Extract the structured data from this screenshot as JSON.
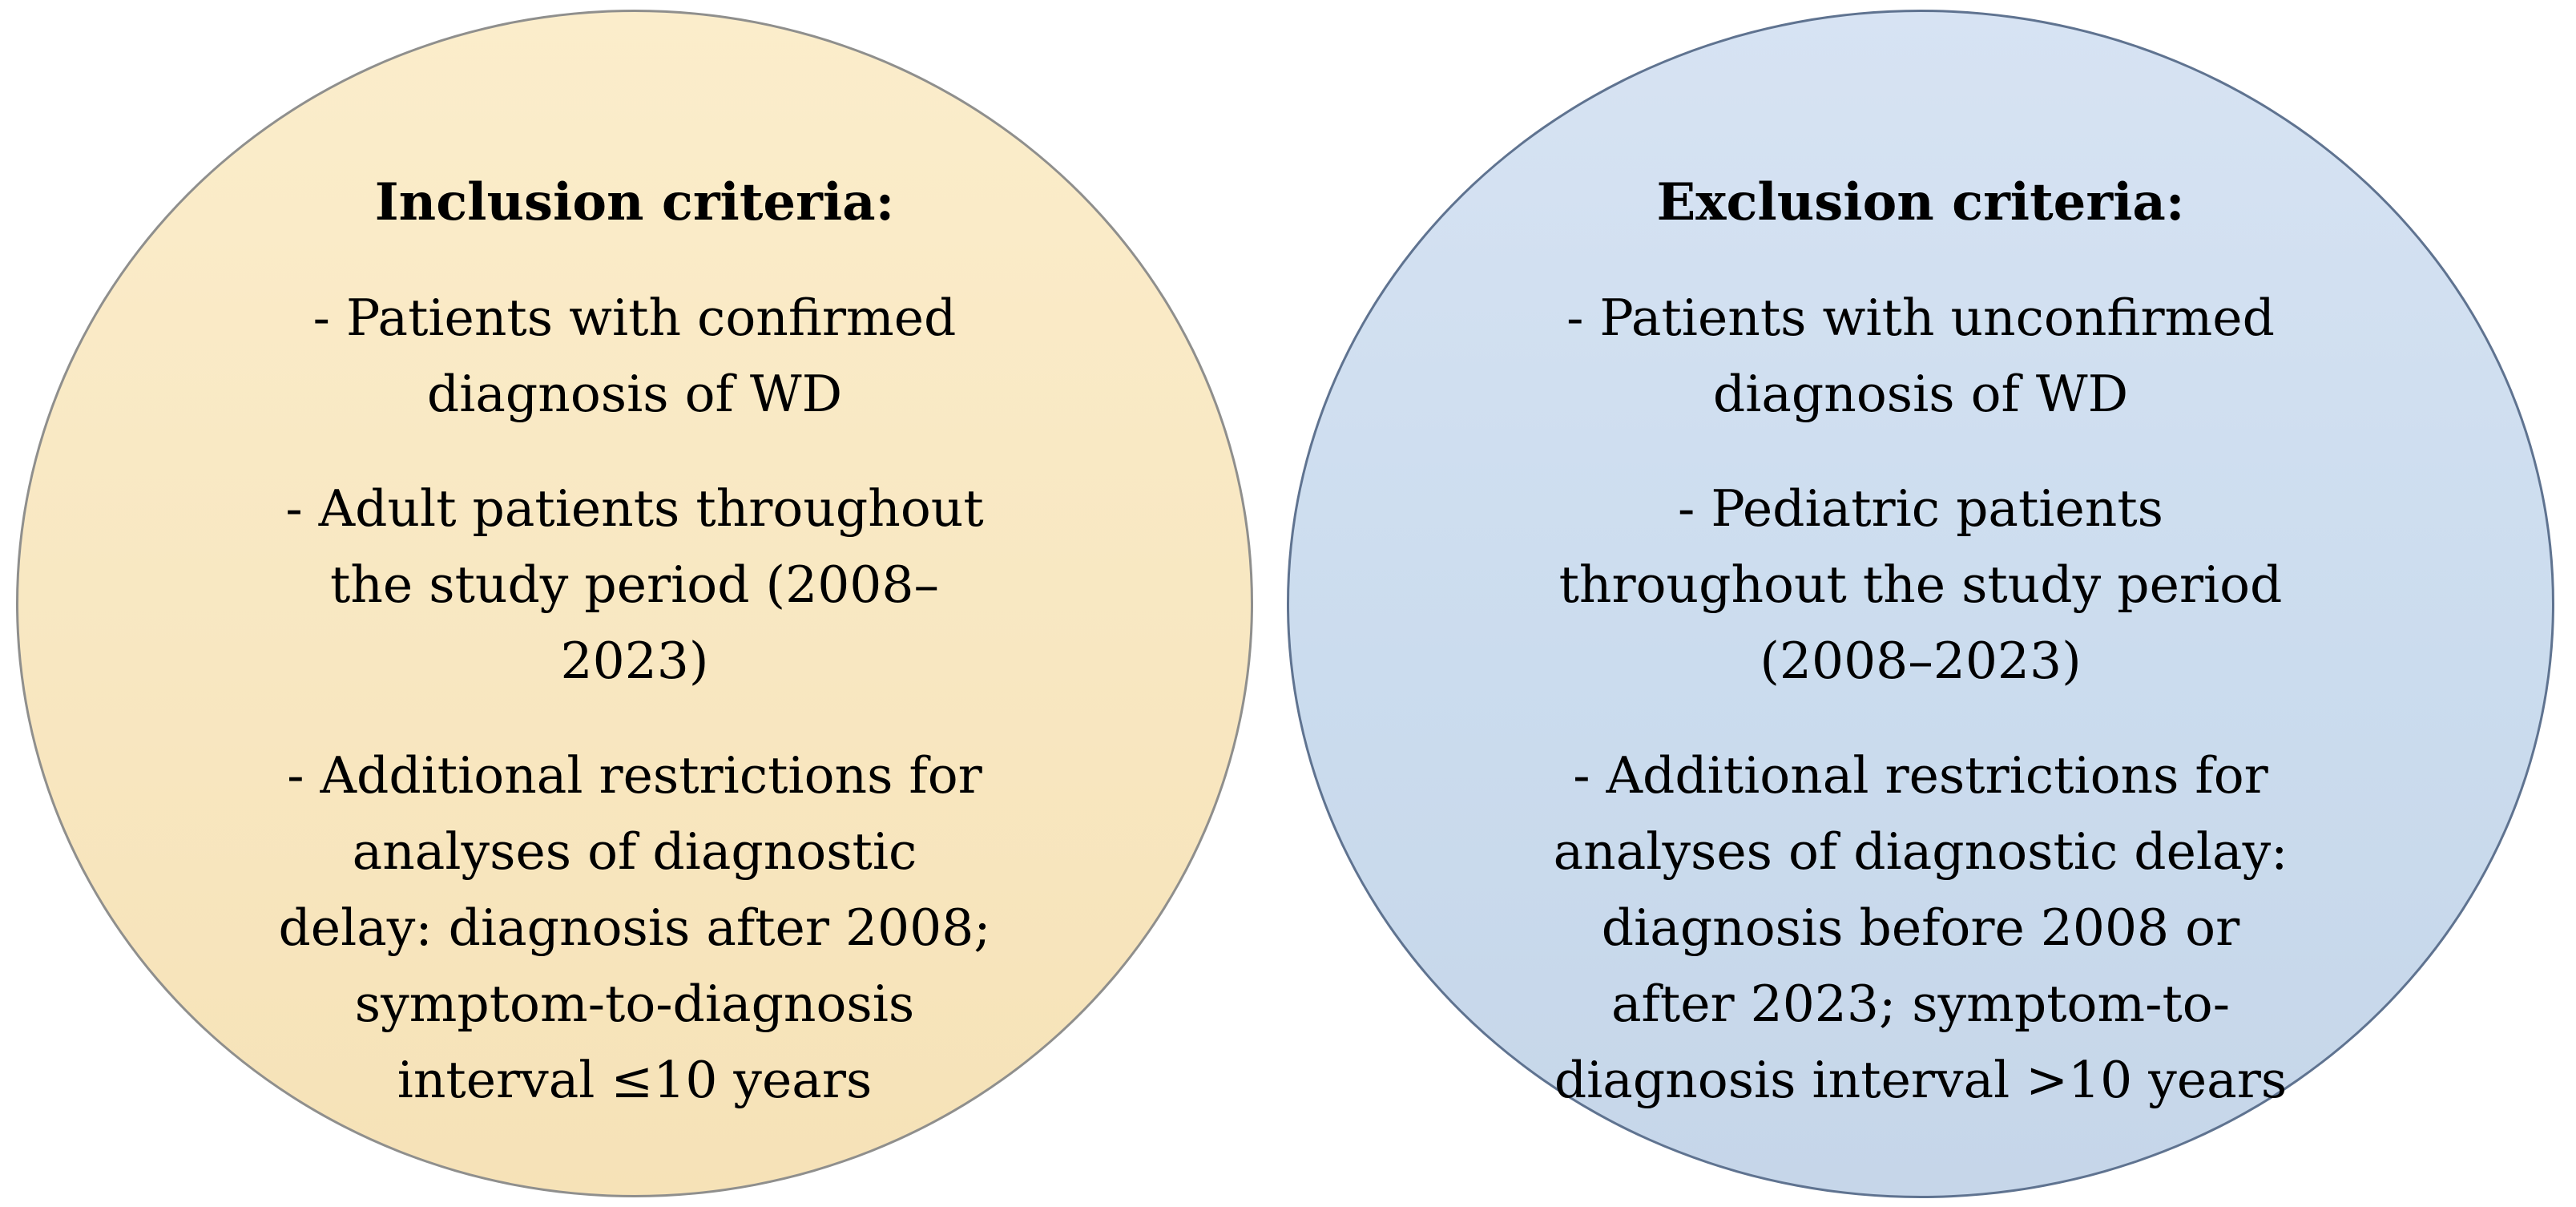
{
  "figure": {
    "inclusion": {
      "title": "Inclusion criteria:",
      "paragraphs": [
        "- Patients with confirmed\ndiagnosis of WD",
        "- Adult patients throughout\nthe study period (2008–\n2023)",
        "- Additional restrictions for\nanalyses of diagnostic\ndelay: diagnosis after 2008;\nsymptom-to-diagnosis\ninterval ≤10 years"
      ],
      "fill_top": "#fbedcb",
      "fill_bottom": "#f6e2b7",
      "border": "#8f8f8d"
    },
    "exclusion": {
      "title": "Exclusion criteria:",
      "paragraphs": [
        "- Patients with unconfirmed\ndiagnosis of WD",
        "- Pediatric patients\nthroughout the study period\n(2008–2023)",
        "- Additional restrictions for\nanalyses of diagnostic delay:\ndiagnosis before 2008 or\nafter 2023; symptom-to-\ndiagnosis interval >10 years"
      ],
      "fill_top": "#d7e3f3",
      "fill_bottom": "#c6d6e9",
      "border": "#5f7390"
    },
    "text_color": "#000000",
    "background": "#ffffff"
  }
}
